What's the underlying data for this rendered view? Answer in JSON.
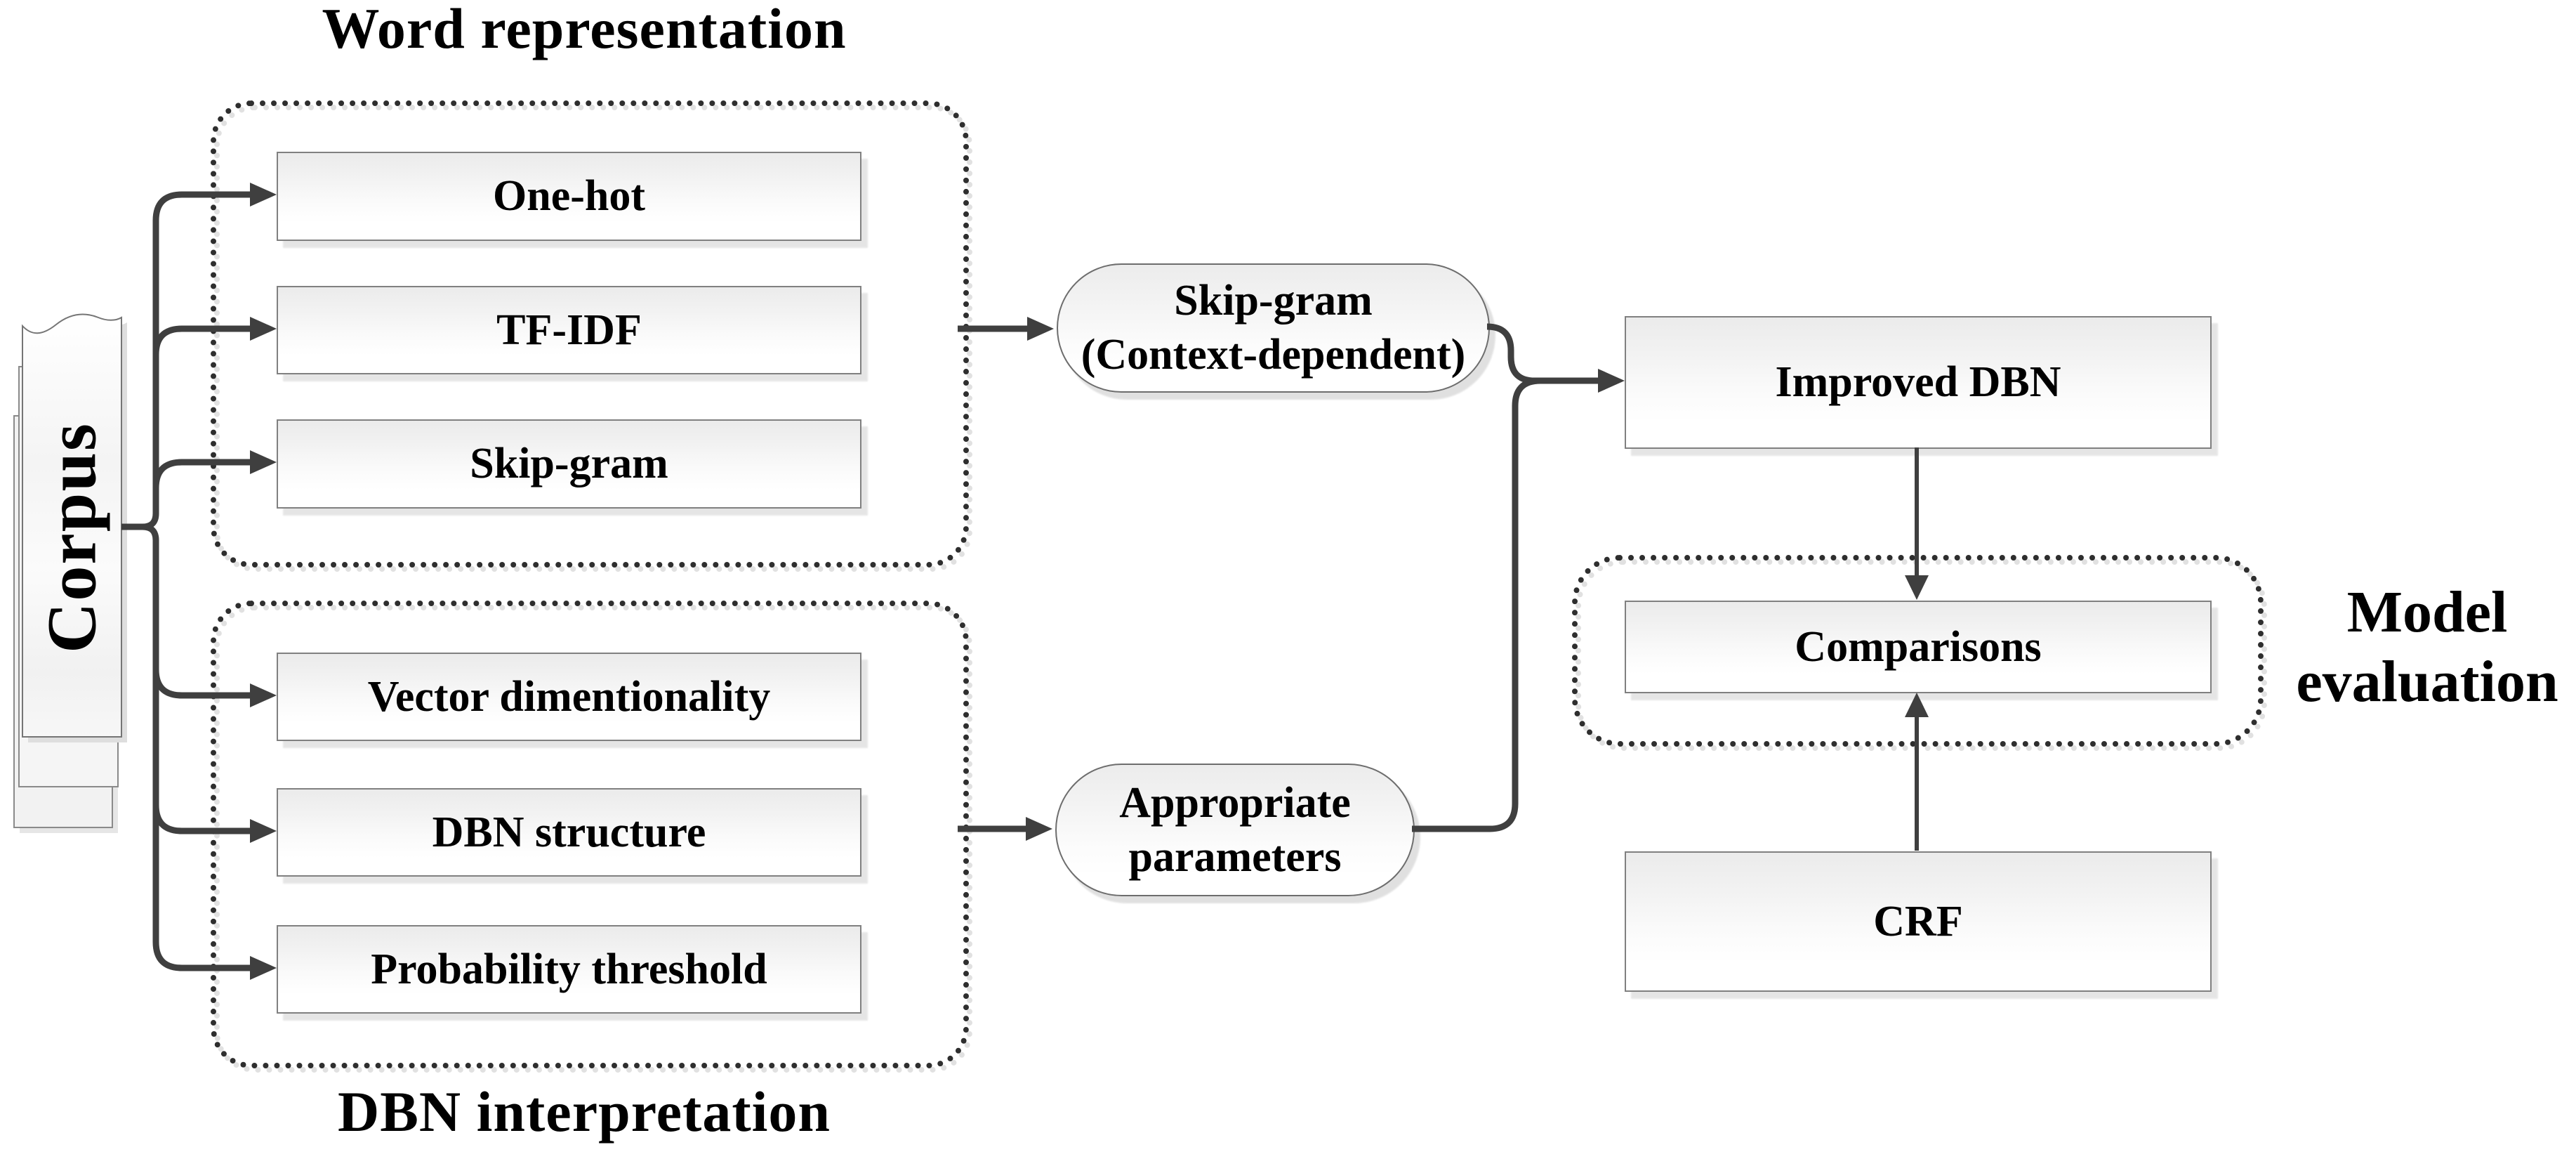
{
  "diagram": {
    "corpus": {
      "label": "Corpus"
    },
    "word_representation_group": {
      "title": "Word representation",
      "items": [
        "One-hot",
        "TF-IDF",
        "Skip-gram"
      ]
    },
    "dbn_interpretation_group": {
      "title": "DBN interpretation",
      "items": [
        "Vector dimentionality",
        "DBN structure",
        "Probability threshold"
      ]
    },
    "skipgram_context_node": {
      "line1": "Skip-gram",
      "line2": "(Context-dependent)"
    },
    "appropriate_parameters_node": {
      "line1": "Appropriate",
      "line2": "parameters"
    },
    "improved_dbn_box": {
      "label": "Improved DBN"
    },
    "comparisons_box": {
      "label": "Comparisons"
    },
    "crf_box": {
      "label": "CRF"
    },
    "model_evaluation_group": {
      "line1": "Model",
      "line2": "evaluation"
    },
    "colors": {
      "connector": "#3f3f3f",
      "group_border": "#2e2e2e",
      "group_border_echo": "#e1e1e1",
      "box_border": "#808080",
      "box_fill_top": "#ebebeb",
      "box_fill_bottom": "#ffffff",
      "background": "#ffffff",
      "text": "#000000"
    }
  }
}
